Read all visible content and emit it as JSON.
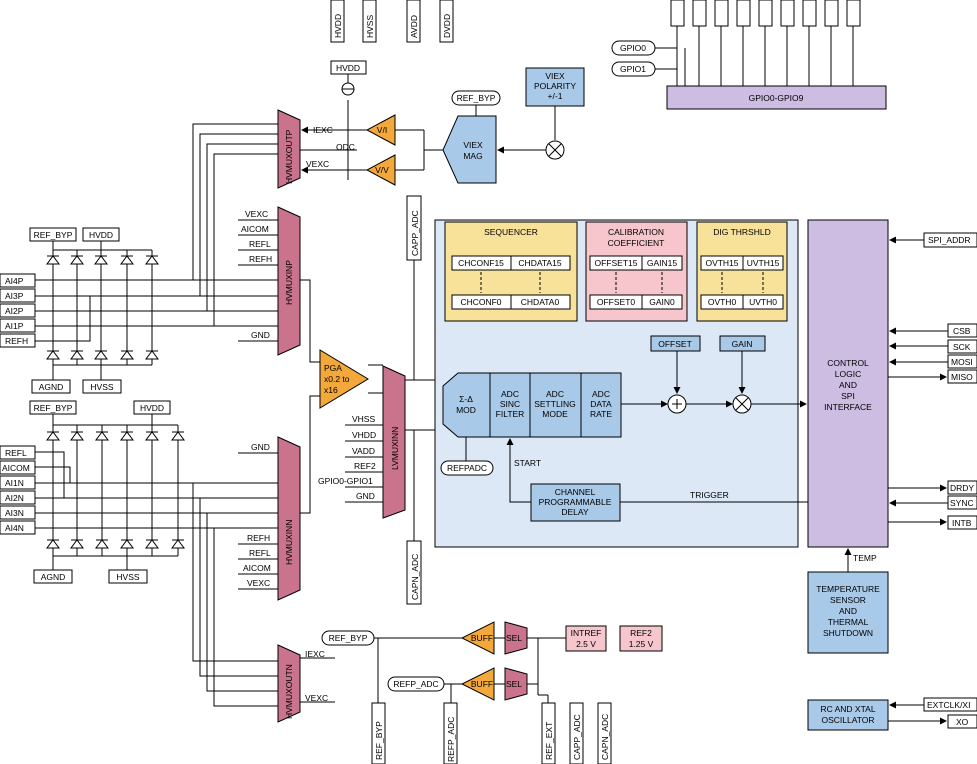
{
  "colors": {
    "mux": "#C9748C",
    "amp": "#F2A83B",
    "block": "#A9C9E8",
    "region": "#DCE8F6",
    "seq": "#F8E29A",
    "cal": "#F6C6CC",
    "ctrl": "#CDBDE3",
    "ref2": "#F6C6CC"
  },
  "supplies": {
    "hvdd": "HVDD",
    "hvss": "HVSS",
    "avdd": "AVDD",
    "dvdd": "DVDD"
  },
  "gpio": {
    "gpio0": "GPIO0",
    "gpio1": "GPIO1",
    "bus": "GPIO0-GPIO9"
  },
  "viex": {
    "polarity": [
      "VIEX",
      "POLARITY",
      "+/-1"
    ],
    "mag": [
      "VIEX",
      "MAG"
    ],
    "ref_byp": "REF_BYP"
  },
  "excitation": {
    "vi": "V/I",
    "vv": "V/V",
    "iexc": "IEXC",
    "odc": "ODC",
    "vexc": "VEXC",
    "hvdd_tag": "HVDD"
  },
  "muxes": {
    "hvmuxoutp": "HVMUXOUTP",
    "hvmuxinp": "HVMUXINP",
    "hvmuxinn": "HVMUXINN",
    "lvmuxinn": "LVMUXINN",
    "hvmuxoutn": "HVMUXOUTN"
  },
  "top_protect": {
    "ref_byp": "REF_BYP",
    "hvdd": "HVDD",
    "agnd": "AGND",
    "hvss": "HVSS"
  },
  "bot_protect": {
    "ref_byp": "REF_BYP",
    "hvdd": "HVDD",
    "agnd": "AGND",
    "hvss": "HVSS"
  },
  "pins_top": [
    "AI4P",
    "AI3P",
    "AI2P",
    "AI1P",
    "REFH"
  ],
  "pins_bot": [
    "REFL",
    "AICOM",
    "AI1N",
    "AI2N",
    "AI3N",
    "AI4N"
  ],
  "hvmuxinp_inputs": [
    "VEXC",
    "AICOM",
    "REFL",
    "REFH",
    "GND"
  ],
  "hvmuxinn_inputs": [
    "GND",
    "REFH",
    "REFL",
    "AICOM",
    "VEXC"
  ],
  "lvmux_inputs": [
    "VHSS",
    "VHDD",
    "VADD",
    "REF2",
    "GPIO0-GPIO1",
    "GND"
  ],
  "pga": [
    "PGA",
    "x0.2 to",
    "x16"
  ],
  "capp": "CAPP_ADC",
  "capn": "CAPN_ADC",
  "sequencer": {
    "title": "SEQUENCER",
    "r1": [
      "CHCONF15",
      "CHDATA15"
    ],
    "r2": [
      "CHCONF0",
      "CHDATA0"
    ]
  },
  "calibration": {
    "title": [
      "CALIBRATION",
      "COEFFICIENT"
    ],
    "r1": [
      "OFFSET15",
      "GAIN15"
    ],
    "r2": [
      "OFFSET0",
      "GAIN0"
    ]
  },
  "digthr": {
    "title": "DIG THRSHLD",
    "r1": [
      "OVTH15",
      "UVTH15"
    ],
    "r2": [
      "OVTH0",
      "UVTH0"
    ]
  },
  "adc": {
    "sd": "Σ-Δ",
    "mod": "MOD",
    "sinc": [
      "ADC",
      "SINC",
      "FILTER"
    ],
    "settle": [
      "ADC",
      "SETTLING",
      "MODE"
    ],
    "rate": [
      "ADC",
      "DATA",
      "RATE"
    ],
    "refpadc": "REFPADC"
  },
  "offset": "OFFSET",
  "gain": "GAIN",
  "start": "START",
  "trigger": "TRIGGER",
  "delay": [
    "CHANNEL",
    "PROGRAMMABLE",
    "DELAY"
  ],
  "control": [
    "CONTROL",
    "LOGIC",
    "AND",
    "SPI",
    "INTERFACE"
  ],
  "spi_pins": {
    "spi_addr": "SPI_ADDR",
    "csb": "CSB",
    "sck": "SCK",
    "mosi": "MOSI",
    "miso": "MISO",
    "drdy": "DRDY",
    "sync": "SYNC",
    "intb": "INTB"
  },
  "temp": {
    "label": "TEMP",
    "box": [
      "TEMPERATURE",
      "SENSOR",
      "AND",
      "THERMAL",
      "SHUTDOWN"
    ]
  },
  "osc": {
    "box": [
      "RC AND XTAL",
      "OSCILLATOR"
    ],
    "extclk": "EXTCLK/XI",
    "xo": "XO"
  },
  "ref": {
    "ref_byp": "REF_BYP",
    "refp_adc": "REFP_ADC",
    "buff": "BUFF",
    "sel": "SEL",
    "intref": [
      "INTREF",
      "2.5 V"
    ],
    "ref2": [
      "REF2",
      "1.25 V"
    ],
    "iexc": "IEXC",
    "vexc": "VEXC"
  },
  "bottom_pins": [
    "REF_BYP",
    "REFP_ADC",
    "REF_EXT",
    "CAPP_ADC",
    "CAPN_ADC"
  ]
}
